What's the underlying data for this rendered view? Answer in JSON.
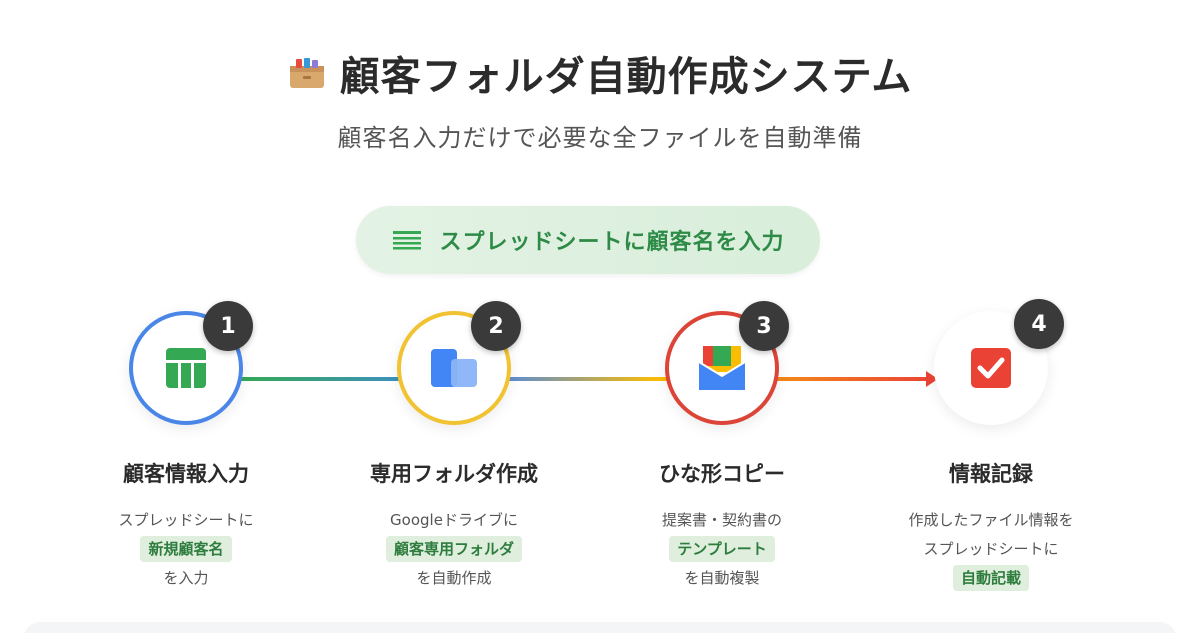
{
  "header": {
    "title": "顧客フォルダ自動作成システム",
    "subtitle": "顧客名入力だけで必要な全ファイルを自動準備"
  },
  "input_pill": {
    "label": "スプレッドシートに顧客名を入力",
    "icon": "sheet-lines-icon"
  },
  "steps": [
    {
      "number": "1",
      "title": "顧客情報入力",
      "desc_before": "スプレッドシートに",
      "highlight": "新規顧客名",
      "desc_after": "を入力",
      "icon": "spreadsheet-icon",
      "ring_color": "#4a86e8"
    },
    {
      "number": "2",
      "title": "専用フォルダ作成",
      "desc_before": "Googleドライブに",
      "highlight": "顧客専用フォルダ",
      "desc_after": "を自動作成",
      "icon": "folder-blocks-icon",
      "ring_color": "#f1c232"
    },
    {
      "number": "3",
      "title": "ひな形コピー",
      "desc_before": "提案書・契約書の",
      "highlight": "テンプレート",
      "desc_after": "を自動複製",
      "icon": "document-envelope-icon",
      "ring_color": "#db4437"
    },
    {
      "number": "4",
      "title": "情報記録",
      "desc_before": "作成したファイル情報を",
      "desc_before2": "スプレッドシートに",
      "highlight": "自動記載",
      "icon": "checkbox-icon",
      "ring_color": "#ffffff"
    }
  ],
  "colors": {
    "green": "#34a853",
    "blue": "#4285f4",
    "yellow": "#fbbc04",
    "red": "#ea4335"
  }
}
